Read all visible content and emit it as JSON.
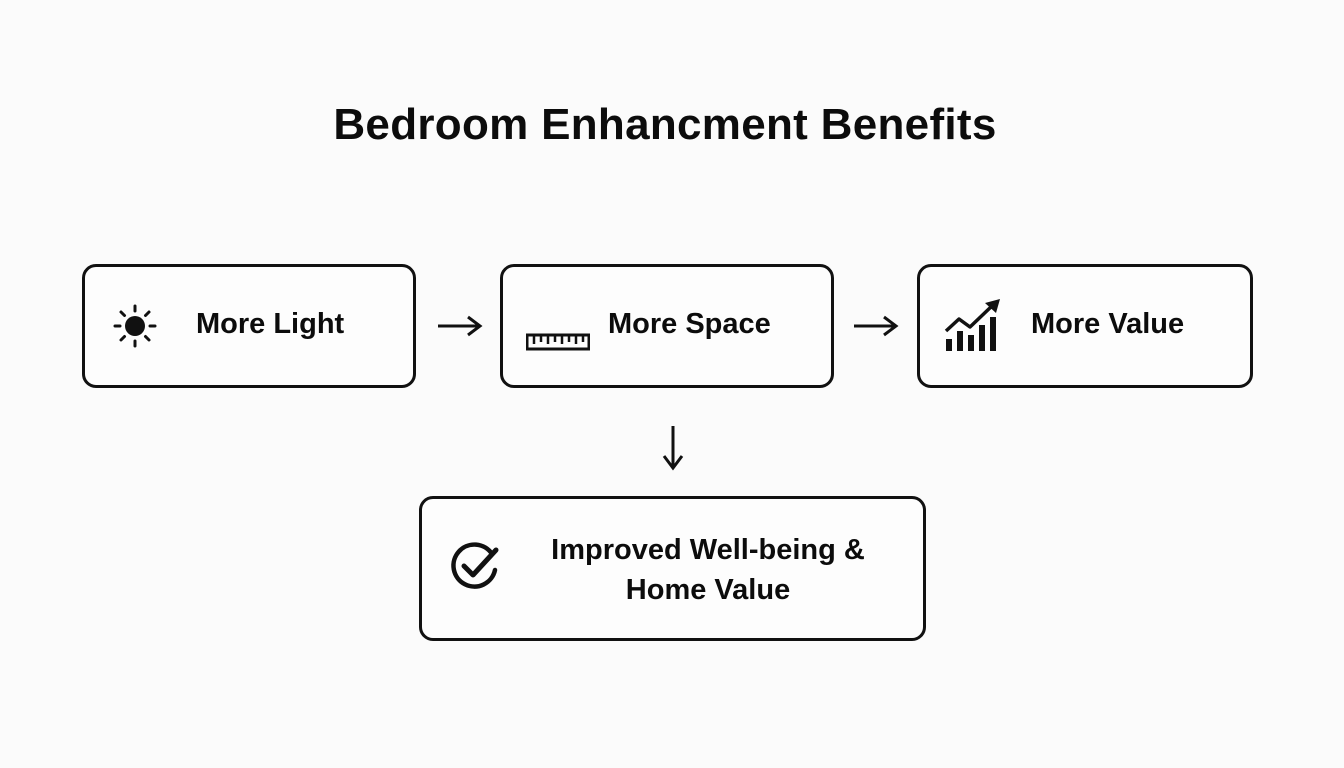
{
  "title": "Bedroom Enhancment Benefits",
  "boxes": [
    {
      "label": "More Light",
      "icon": "sun-icon"
    },
    {
      "label": "More Space",
      "icon": "ruler-icon"
    },
    {
      "label": "More Value",
      "icon": "growth-chart-icon"
    }
  ],
  "result": {
    "line1": "Improved Well-being &",
    "line2": "Home Value",
    "icon": "check-circle-icon"
  },
  "colors": {
    "stroke": "#111111",
    "background": "#fbfbfb"
  }
}
